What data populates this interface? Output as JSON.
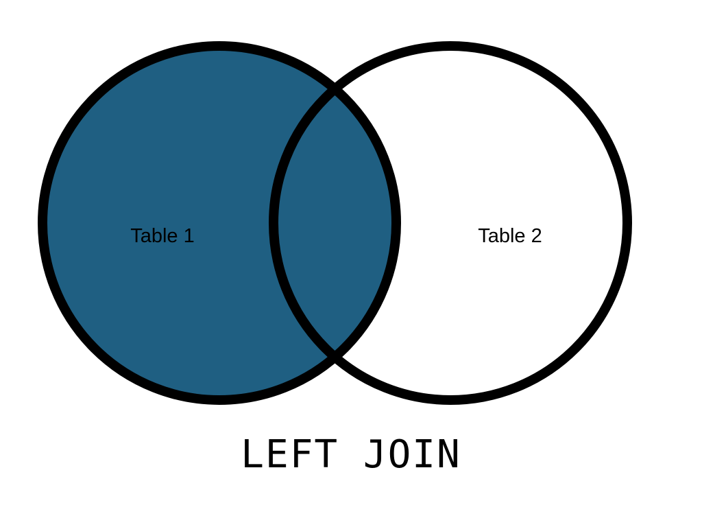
{
  "diagram": {
    "left_set": {
      "label": "Table 1",
      "highlighted": true
    },
    "right_set": {
      "label": "Table 2",
      "highlighted": false
    },
    "caption": "LEFT JOIN",
    "colors": {
      "highlight_fill": "#1f5f82",
      "outline": "#000000",
      "background": "#ffffff"
    }
  }
}
